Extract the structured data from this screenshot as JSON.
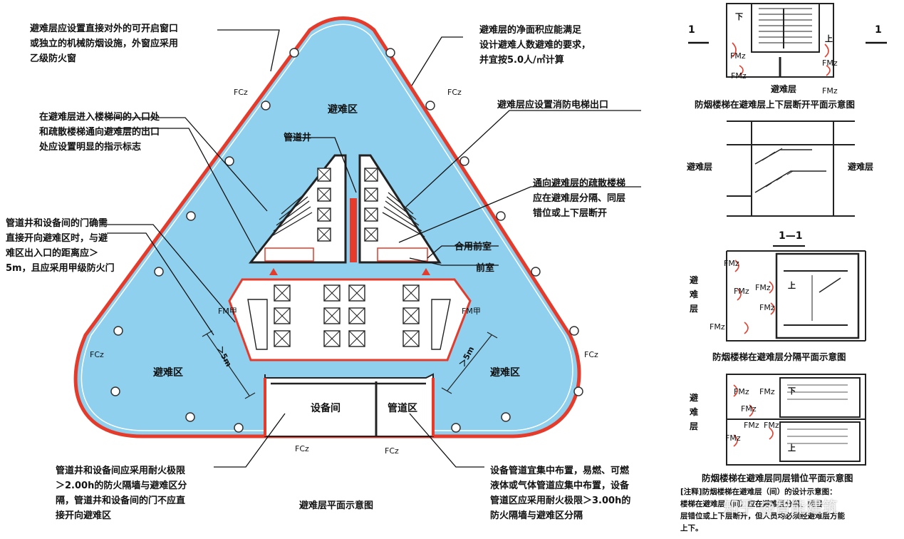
{
  "main": {
    "notes": {
      "top_left": [
        "避难层应设置直接对外的可开启窗口",
        "或独立的机械防烟设施，外窗应采用",
        "乙级防火窗"
      ],
      "top_right": [
        "避难层的净面积应能满足",
        "设计避难人数避难的要求，",
        "并宜按5.0人/㎡计算"
      ],
      "left_entrance": [
        "在避难层进入楼梯间的入口处",
        "和疏散楼梯通向避难层的出口",
        "处应设置明显的指示标志"
      ],
      "fire_elevator": "避难层应设置消防电梯出口",
      "stair_note": [
        "通向避难层的疏散楼梯",
        "应在避难层分隔、同层",
        "错位或上下层断开"
      ],
      "left_door": [
        "管道井和设备间的门确需",
        "直接开向避难区时，与避",
        "难区出入口的距离应＞",
        "5m，且应采用甲级防火门"
      ],
      "bottom_left": [
        "管道井和设备间应采用耐火极限",
        "＞2.00h的防火隔墙与避难区分",
        "隔，管道井和设备间的门不应直",
        "接开向避难区"
      ],
      "bottom_right": [
        "设备管道宜集中布置，易燃、可燃",
        "液体或气体管道应集中布置，设备",
        "管道区应采用耐火极限＞3.00h的",
        "防火隔墙与避难区分隔"
      ]
    },
    "labels": {
      "refuge_top": "避难区",
      "refuge_left": "避难区",
      "refuge_right": "避难区",
      "pipe_shaft": "管道井",
      "shared_lobby": "合用前室",
      "lobby": "前室",
      "equipment_room": "设备间",
      "pipe_zone": "管道区",
      "dim_left": "＞5m",
      "dim_right": "＞5m"
    },
    "door_codes": {
      "fcz": "FCz",
      "fmj": "FM甲"
    },
    "caption": "避难层平面示意图"
  },
  "side": {
    "section_mark": "1",
    "section_title": "1—1",
    "up": "上",
    "down": "下",
    "fmz": "FMz",
    "refuge_floor": "避难层",
    "refuge_floor_vertical": [
      "避",
      "难",
      "层"
    ],
    "caption1": "防烟楼梯在避难层上下层断开平面示意图",
    "caption2": "防烟楼梯在避难层分隔平面示意图",
    "caption3": "防烟楼梯在避难层同层错位平面示意图",
    "footnote": [
      "[注释]防烟楼梯在避难层（间）的设计示意图：",
      "楼梯在避难层（间）应在避难层分隔、同层",
      "层错位或上下层断开，但人员均必须经避难层方能",
      "上下。"
    ]
  },
  "watermark": "知乎 @智能建筑"
}
